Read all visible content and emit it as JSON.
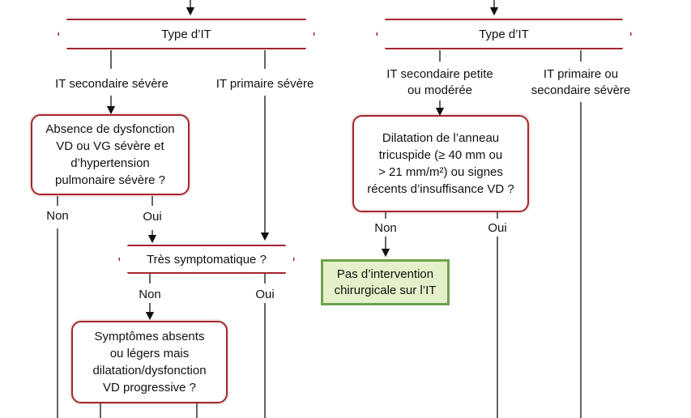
{
  "left": {
    "type_box": "Type d’IT",
    "branch_secondary": "IT secondaire sévère",
    "branch_primary": "IT primaire sévère",
    "question1": "Absence de dysfonction\nVD ou VG sévère et\nd’hypertension\npulmonaire sévère ?",
    "q1_no": "Non",
    "q1_yes": "Oui",
    "question2": "Très symptomatique ?",
    "q2_no": "Non",
    "q2_yes": "Oui",
    "question3": "Symptômes absents\nou légers mais\ndilatation/dysfonction\nVD progressive ?"
  },
  "right": {
    "type_box": "Type d’IT",
    "branch_secondary": "IT secondaire petite\nou modérée",
    "branch_primary": "IT primaire ou\nsecondaire sévère",
    "question": "Dilatation de l’anneau\ntricuspide (≥ 40 mm ou\n> 21 mm/m²) ou signes\nrécents d’insuffisance VD ?",
    "q_no": "Non",
    "q_yes": "Oui",
    "result_no": "Pas d’intervention\nchirurgicale sur l’IT"
  },
  "colors": {
    "box_border": "#a3262d",
    "result_border": "#6da34d",
    "result_fill": "#e3f0c9",
    "line": "#111111"
  }
}
